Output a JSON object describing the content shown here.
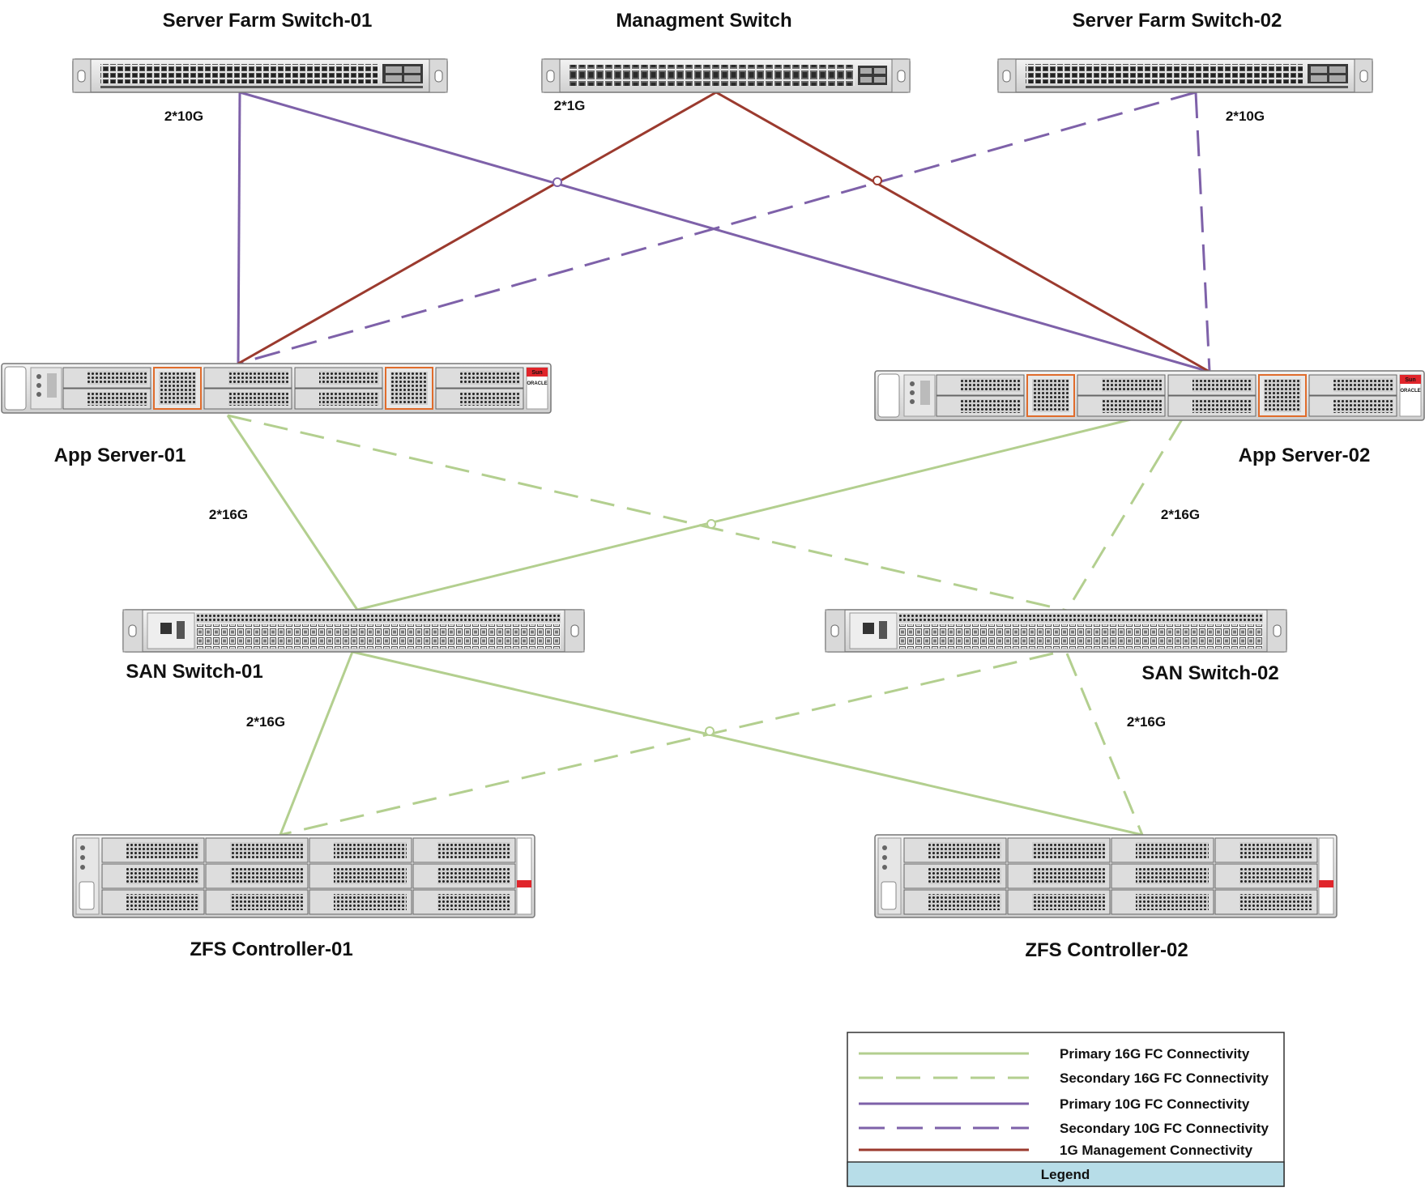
{
  "nodes": {
    "sf_switch_01": "Server Farm Switch-01",
    "mgmt_switch": "Managment Switch",
    "sf_switch_02": "Server Farm Switch-02",
    "app_server_01": "App Server-01",
    "app_server_02": "App Server-02",
    "san_switch_01": "SAN Switch-01",
    "san_switch_02": "SAN Switch-02",
    "zfs_controller_01": "ZFS Controller-01",
    "zfs_controller_02": "ZFS Controller-02"
  },
  "link_labels": {
    "sf01_10g": "2*10G",
    "mgmt_1g": "2*1G",
    "sf02_10g": "2*10G",
    "app01_16g": "2*16G",
    "app02_16g": "2*16G",
    "san01_16g": "2*16G",
    "san02_16g": "2*16G"
  },
  "badges": {
    "sun": "Sun",
    "oracle": "ORACLE"
  },
  "colors": {
    "fc_16g": "#b3cf8f",
    "net_10g": "#7e61a9",
    "mgmt_1g": "#9b3a2e",
    "legend_title_bg": "#b7dde8",
    "brand_red": "#e0252b"
  },
  "legend": {
    "title": "Legend",
    "items": [
      {
        "label": "Primary 16G FC Connectivity",
        "color": "#b3cf8f",
        "style": "solid"
      },
      {
        "label": "Secondary 16G FC Connectivity",
        "color": "#b3cf8f",
        "style": "dashed"
      },
      {
        "label": "Primary 10G FC Connectivity",
        "color": "#7e61a9",
        "style": "solid"
      },
      {
        "label": "Secondary 10G FC Connectivity",
        "color": "#7e61a9",
        "style": "dashed"
      },
      {
        "label": "1G Management Connectivity",
        "color": "#9b3a2e",
        "style": "solid"
      }
    ]
  }
}
